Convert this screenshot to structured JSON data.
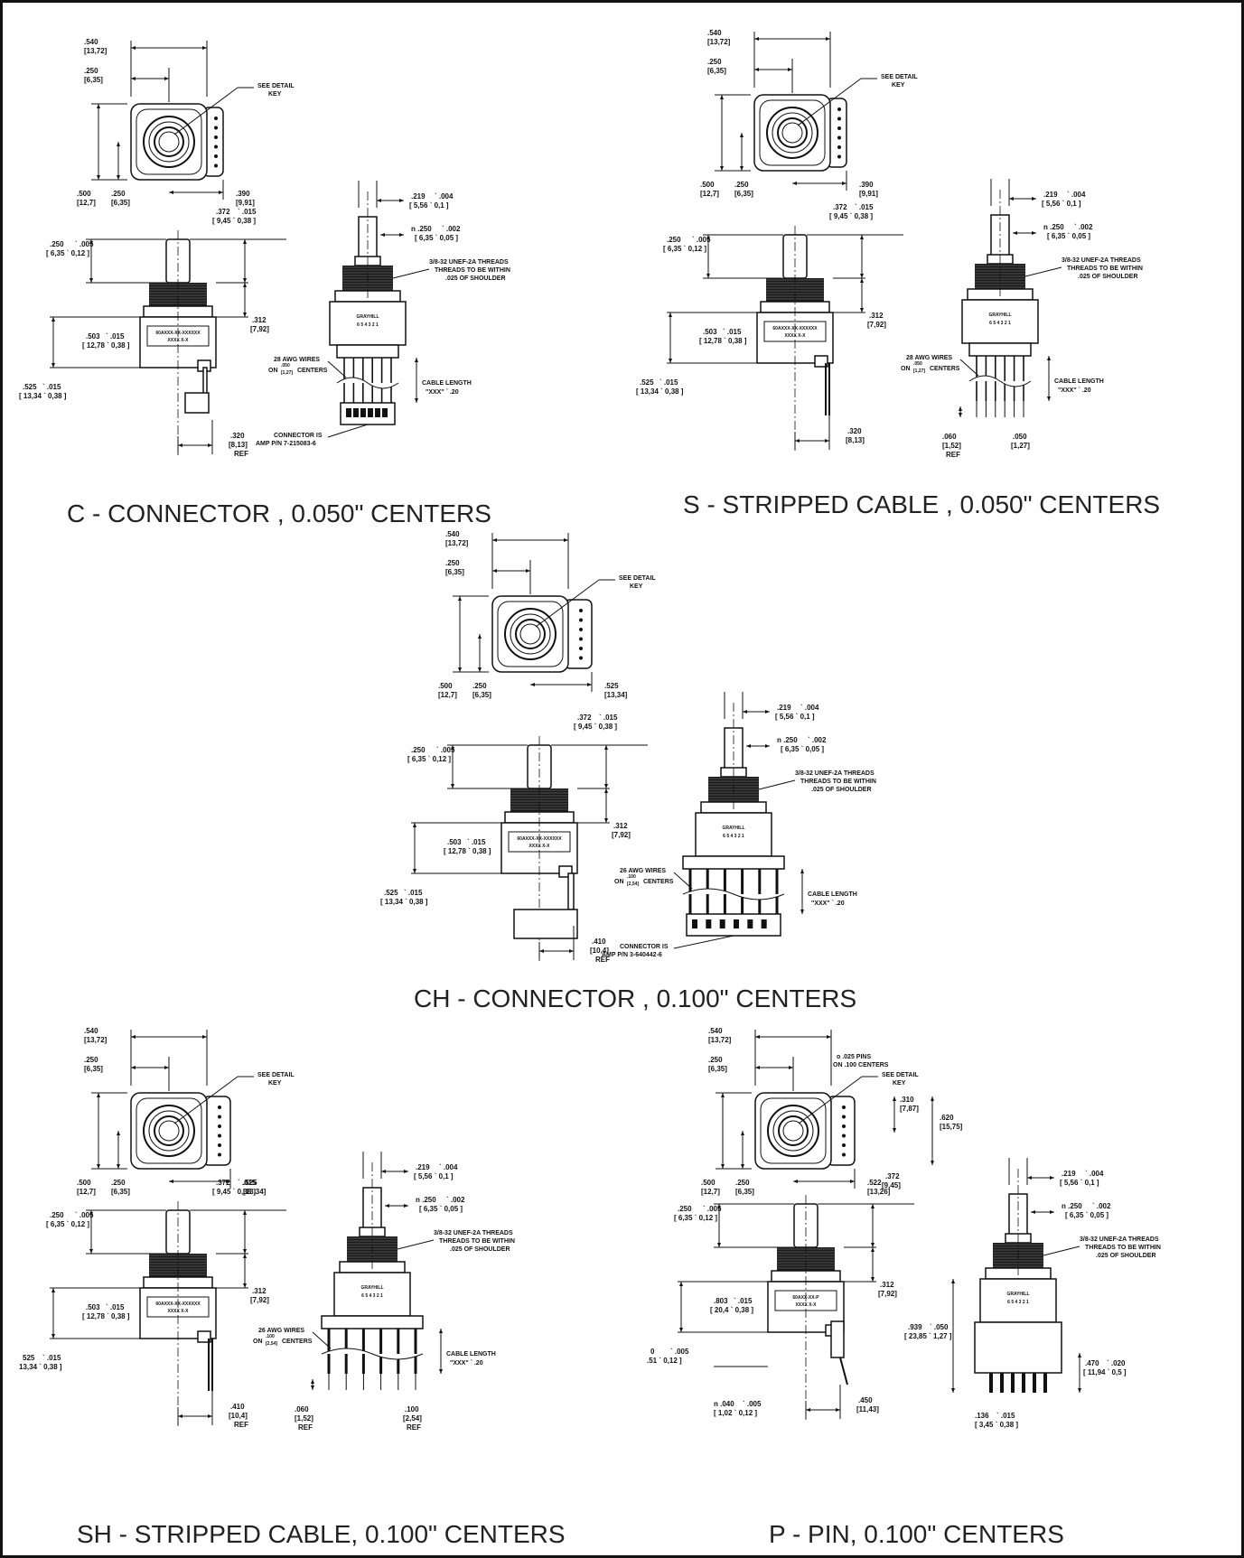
{
  "panels": [
    {
      "id": "C",
      "caption": "C - CONNECTOR , 0.050\" CENTERS",
      "top": {
        "width": ".540",
        "width_mm": "[13,72]",
        "center": ".250",
        "center_mm": "[6,35]",
        "height": ".500",
        "height_mm": "[12,7]",
        "offset": ".250",
        "offset_mm": "[6,35]",
        "flange": ".390",
        "flange_mm": "[9,91]",
        "callout": "SEE DETAIL",
        "callout2": "KEY"
      },
      "side": {
        "shaft": ".250",
        "shaft_tol": "` .005",
        "shaft_mm": "[ 6,35  ` 0,12 ]",
        "len": ".372",
        "len_tol": "` .015",
        "len_mm": "[ 9,45  ` 0,38 ]",
        "bush": ".312",
        "bush_mm": "[7,92]",
        "body": ".503",
        "body_tol": "` .015",
        "body_mm": "[ 12,78  ` 0,38 ]",
        "base": ".525",
        "base_tol": "` .015",
        "base_mm": "[ 13,34  ` 0,38 ]",
        "lead": ".320",
        "lead_mm": "[8,13]",
        "lead_ref": "REF",
        "label1": "60AXXX-XX-XXXXXX",
        "label2": "XXXX   X-X"
      },
      "front": {
        "flat": ".219",
        "flat_tol": "` .004",
        "flat_mm": "[ 5,56  ` 0,1 ]",
        "dia": "n .250",
        "dia_tol": "` .002",
        "dia_mm": "[ 6,35  ` 0,05 ]",
        "thread1": "3/8-32 UNEF-2A THREADS",
        "thread2": "THREADS TO BE WITHIN",
        "thread3": ".025 OF SHOULDER",
        "brand": "GRAYHILL",
        "pins": "6 5 4 3 2 1",
        "wires": "28 AWG WIRES",
        "on": "ON",
        "pitch": ".050",
        "pitch_mm": "[1,27]",
        "centers": "CENTERS",
        "cable": "CABLE LENGTH",
        "cable_val": "\"XXX\"  ` .20",
        "conn1": "CONNECTOR IS",
        "conn2": "AMP P/N 7-215083-6"
      }
    },
    {
      "id": "S",
      "caption": "S - STRIPPED CABLE , 0.050\" CENTERS",
      "top": {
        "width": ".540",
        "width_mm": "[13,72]",
        "center": ".250",
        "center_mm": "[6,35]",
        "height": ".500",
        "height_mm": "[12,7]",
        "offset": ".250",
        "offset_mm": "[6,35]",
        "flange": ".390",
        "flange_mm": "[9,91]",
        "callout": "SEE DETAIL",
        "callout2": "KEY"
      },
      "side": {
        "shaft": ".250",
        "shaft_tol": "` .005",
        "shaft_mm": "[ 6,35  ` 0,12 ]",
        "len": ".372",
        "len_tol": "` .015",
        "len_mm": "[ 9,45  ` 0,38 ]",
        "bush": ".312",
        "bush_mm": "[7,92]",
        "body": ".503",
        "body_tol": "` .015",
        "body_mm": "[ 12,78  ` 0,38 ]",
        "base": ".525",
        "base_tol": "` .015",
        "base_mm": "[ 13,34  ` 0,38 ]",
        "lead": ".320",
        "lead_mm": "[8,13]",
        "label1": "60AXXX-XX-XXXXXX",
        "label2": "XXXX   X-X"
      },
      "front": {
        "flat": ".219",
        "flat_tol": "` .004",
        "flat_mm": "[ 5,56  ` 0,1 ]",
        "dia": "n .250",
        "dia_tol": "` .002",
        "dia_mm": "[ 6,35  ` 0,05 ]",
        "thread1": "3/8-32 UNEF-2A THREADS",
        "thread2": "THREADS TO BE WITHIN",
        "thread3": ".025 OF SHOULDER",
        "brand": "GRAYHILL",
        "pins": "6 5 4 3 2 1",
        "wires": "28 AWG WIRES",
        "on": "ON",
        "pitch": ".050",
        "pitch_mm": "[1,27]",
        "centers": "CENTERS",
        "cable": "CABLE LENGTH",
        "cable_val": "\"XXX\"  ` .20",
        "strip": ".060",
        "strip_mm": "[1,52]",
        "strip_ref": "REF",
        "wpitch": ".050",
        "wpitch_mm": "[1,27]"
      }
    },
    {
      "id": "CH",
      "caption": "CH - CONNECTOR , 0.100\" CENTERS",
      "top": {
        "width": ".540",
        "width_mm": "[13,72]",
        "center": ".250",
        "center_mm": "[6,35]",
        "height": ".500",
        "height_mm": "[12,7]",
        "offset": ".250",
        "offset_mm": "[6,35]",
        "flange": ".525",
        "flange_mm": "[13,34]",
        "callout": "SEE DETAIL",
        "callout2": "KEY"
      },
      "side": {
        "shaft": ".250",
        "shaft_tol": "` .005",
        "shaft_mm": "[ 6,35  ` 0,12 ]",
        "len": ".372",
        "len_tol": "` .015",
        "len_mm": "[ 9,45  ` 0,38 ]",
        "bush": ".312",
        "bush_mm": "[7,92]",
        "body": ".503",
        "body_tol": "` .015",
        "body_mm": "[ 12,78  ` 0,38 ]",
        "base": ".525",
        "base_tol": "` .015",
        "base_mm": "[ 13,34  ` 0,38 ]",
        "lead": ".410",
        "lead_mm": "[10,4]",
        "lead_ref": "REF",
        "label1": "60AXXX-XX-XXXXXX",
        "label2": "XXXX   X-X"
      },
      "front": {
        "flat": ".219",
        "flat_tol": "` .004",
        "flat_mm": "[ 5,56  ` 0,1 ]",
        "dia": "n .250",
        "dia_tol": "` .002",
        "dia_mm": "[ 6,35  ` 0,05 ]",
        "thread1": "3/8-32 UNEF-2A THREADS",
        "thread2": "THREADS TO BE WITHIN",
        "thread3": ".025 OF SHOULDER",
        "brand": "GRAYHILL",
        "pins": "6 5 4 3 2 1",
        "wires": "26 AWG WIRES",
        "on": "ON",
        "pitch": ".100",
        "pitch_mm": "[2,54]",
        "centers": "CENTERS",
        "cable": "CABLE LENGTH",
        "cable_val": "\"XXX\"  ` .20",
        "conn1": "CONNECTOR IS",
        "conn2": "AMP P/N 3-640442-6"
      }
    },
    {
      "id": "SH",
      "caption": "SH - STRIPPED CABLE, 0.100\" CENTERS",
      "top": {
        "width": ".540",
        "width_mm": "[13,72]",
        "center": ".250",
        "center_mm": "[6,35]",
        "height": ".500",
        "height_mm": "[12,7]",
        "offset": ".250",
        "offset_mm": "[6,35]",
        "flange": ".525",
        "flange_mm": "[13,34]",
        "callout": "SEE DETAIL",
        "callout2": "KEY"
      },
      "side": {
        "shaft": ".250",
        "shaft_tol": "` .005",
        "shaft_mm": "[ 6,35  ` 0,12 ]",
        "len": ".372",
        "len_tol": "` .015",
        "len_mm": "[ 9,45  ` 0,38 ]",
        "bush": ".312",
        "bush_mm": "[7,92]",
        "body": ".503",
        "body_tol": "` .015",
        "body_mm": "[ 12,78  ` 0,38 ]",
        "base": "525",
        "base_tol": "` .015",
        "base_mm": "13,34  ` 0,38 ]",
        "lead": ".410",
        "lead_mm": "[10,4]",
        "lead_ref": "REF",
        "label1": "60AXXX-XX-XXXXXX",
        "label2": "XXXX   X-X"
      },
      "front": {
        "flat": ".219",
        "flat_tol": "` .004",
        "flat_mm": "[ 5,56  ` 0,1 ]",
        "dia": "n .250",
        "dia_tol": "` .002",
        "dia_mm": "[ 6,35  ` 0,05 ]",
        "thread1": "3/8-32 UNEF-2A THREADS",
        "thread2": "THREADS TO BE WITHIN",
        "thread3": ".025 OF SHOULDER",
        "brand": "GRAYHILL",
        "pins": "6 5 4 3 2 1",
        "wires": "26 AWG WIRES",
        "on": "ON",
        "pitch": ".100",
        "pitch_mm": "[2,54]",
        "centers": "CENTERS",
        "cable": "CABLE LENGTH",
        "cable_val": "\"XXX\"  ` .20",
        "strip": ".060",
        "strip_mm": "[1,52]",
        "strip_ref": "REF",
        "wpitch": ".100",
        "wpitch_mm": "[2,54]",
        "wpitch_ref": "REF"
      }
    },
    {
      "id": "P",
      "caption": "P - PIN, 0.100\" CENTERS",
      "top": {
        "width": ".540",
        "width_mm": "[13,72]",
        "center": ".250",
        "center_mm": "[6,35]",
        "height": ".500",
        "height_mm": "[12,7]",
        "offset": ".250",
        "offset_mm": "[6,35]",
        "flange": ".522",
        "flange_mm": "[13,26]",
        "callout": "SEE DETAIL",
        "callout2": "KEY",
        "pins_note": "o .025 PINS",
        "pins_note2": "ON .100 CENTERS",
        "pin_h": ".310",
        "pin_h_mm": "[7,87]",
        "total_h": ".620",
        "total_h_mm": "[15,75]"
      },
      "side": {
        "shaft": ".250",
        "shaft_tol": "` .005",
        "shaft_mm": "[ 6,35  ` 0,12 ]",
        "len": ".372",
        "len_mm": "[9,45]",
        "bush": ".312",
        "bush_mm": "[7,92]",
        "body": ".803",
        "body_tol": "` .015",
        "body_mm": "[ 20,4  ` 0,38 ]",
        "base": "0",
        "base_tol": "` .005",
        "base_mm": ".51  ` 0,12 ]",
        "pin": "n .040",
        "pin_tol": "` .005",
        "pin_mm": "[ 1,02  ` 0,12 ]",
        "lead": ".450",
        "lead_mm": "[11,43]",
        "label1": "60AXX-XX-P",
        "label2": "XXXX   X-X"
      },
      "front": {
        "flat": ".219",
        "flat_tol": "` .004",
        "flat_mm": "[ 5,56  ` 0,1 ]",
        "dia": "n .250",
        "dia_tol": "` .002",
        "dia_mm": "[ 6,35  ` 0,05 ]",
        "thread1": "3/8-32 UNEF-2A THREADS",
        "thread2": "THREADS TO BE WITHIN",
        "thread3": ".025 OF SHOULDER",
        "brand": "GRAYHILL",
        "pins": "6 5 4 3 2 1",
        "tall": ".939",
        "tall_tol": "` .050",
        "tall_mm": "[ 23,85  ` 1,27 ]",
        "pinlen": ".470",
        "pinlen_tol": "` .020",
        "pinlen_mm": "[ 11,94  ` 0,5 ]",
        "pinshort": ".136",
        "pinshort_tol": "` .015",
        "pinshort_mm": "[ 3,45  ` 0,38 ]"
      }
    }
  ]
}
